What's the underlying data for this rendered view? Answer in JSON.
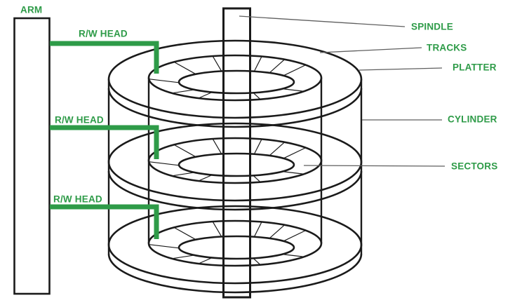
{
  "title": "Hard disk drive internal structure diagram",
  "colors": {
    "label_green": "#2e9b48",
    "head_line_green": "#2e9b48",
    "diagram_line": "#1a1a1a",
    "leader_line": "#5f5f5f",
    "background": "#ffffff"
  },
  "labels": {
    "arm": "ARM",
    "rw_head": "R/W HEAD",
    "spindle": "SPINDLE",
    "tracks": "TRACKS",
    "platter": "PLATTER",
    "cylinder": "CYLINDER",
    "sectors": "SECTORS"
  },
  "diagram": {
    "platter_count": 3,
    "rw_head_count": 3,
    "sector_ticks_per_track": 10
  }
}
